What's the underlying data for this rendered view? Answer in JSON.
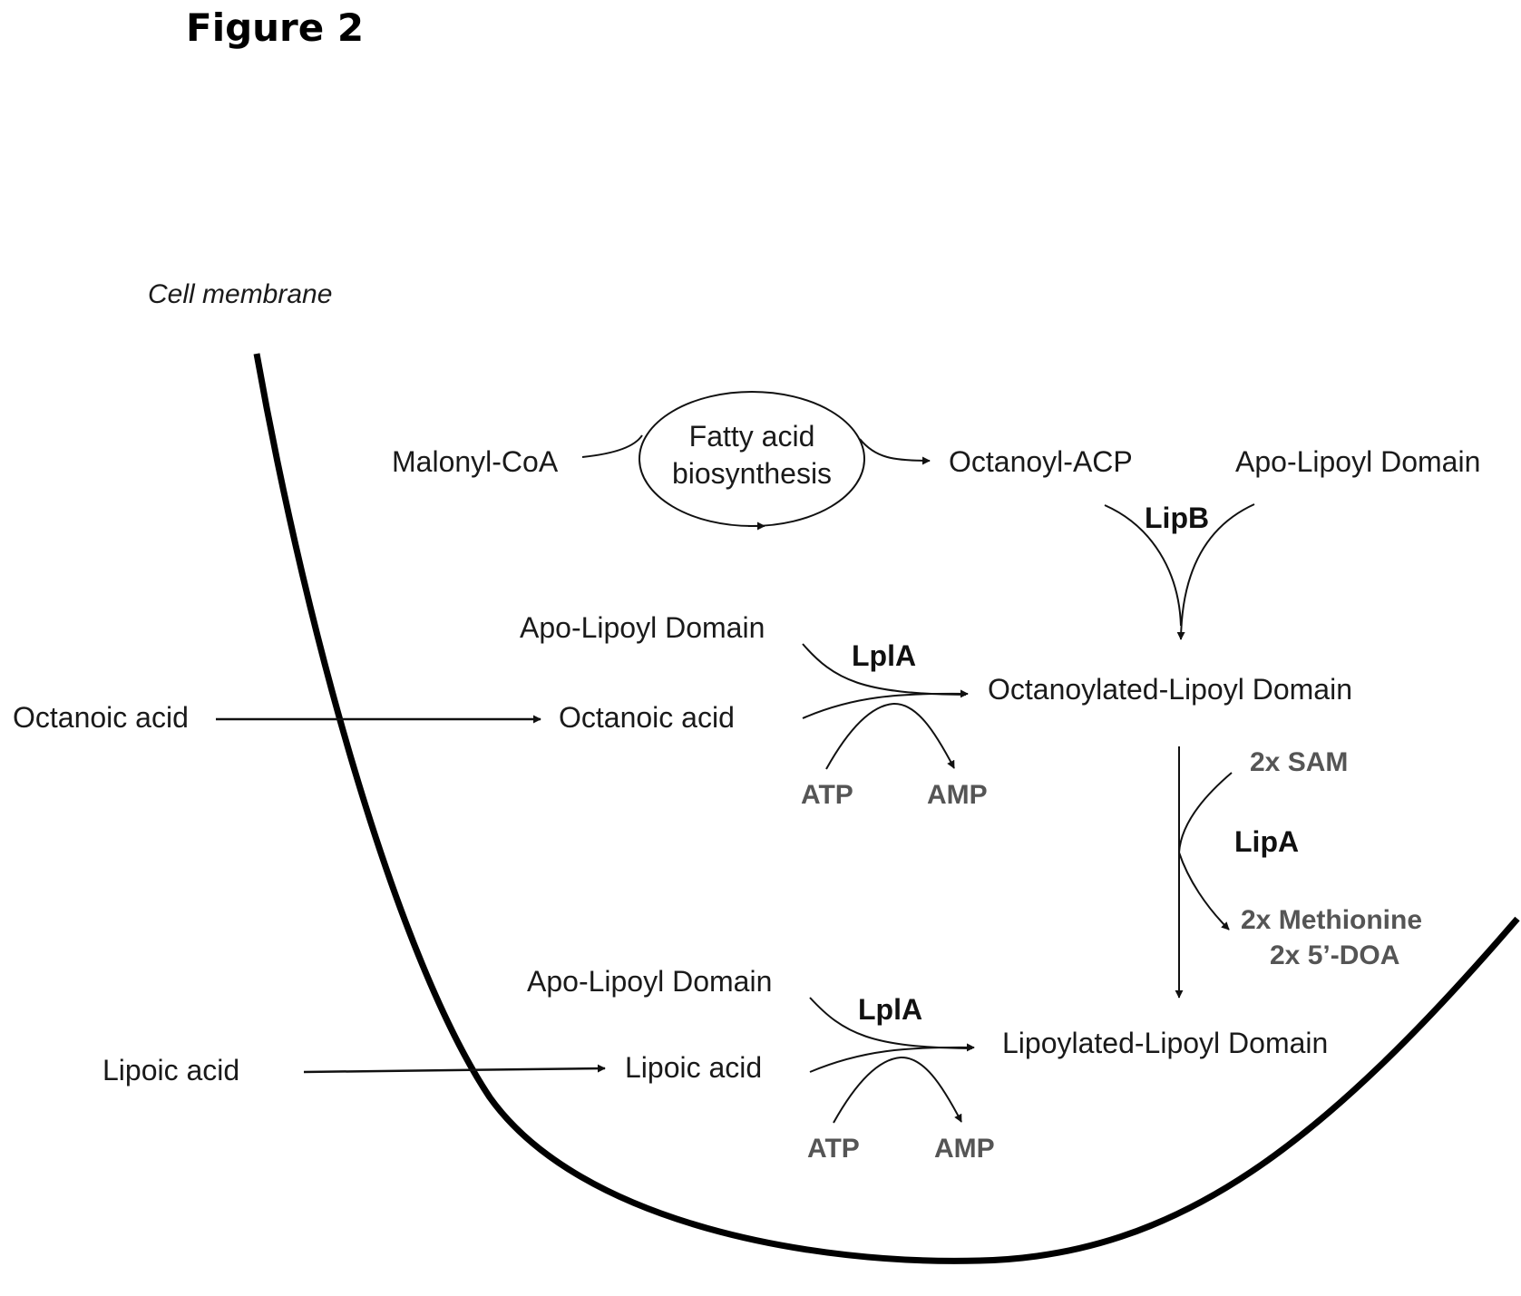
{
  "figure": {
    "title": "Figure 2"
  },
  "membrane": {
    "label": "Cell membrane"
  },
  "outside": {
    "octanoic_acid": "Octanoic acid",
    "lipoic_acid": "Lipoic acid"
  },
  "biosynthesis": {
    "substrate": "Malonyl-CoA",
    "process_line1": "Fatty acid",
    "process_line2": "biosynthesis",
    "product": "Octanoyl-ACP"
  },
  "lipb_step": {
    "apo_domain": "Apo-Lipoyl Domain",
    "enzyme": "LipB"
  },
  "octanoyl_lpla_step": {
    "apo_domain": "Apo-Lipoyl Domain",
    "enzyme": "LplA",
    "substrate": "Octanoic acid",
    "product": "Octanoylated-Lipoyl Domain",
    "atp": "ATP",
    "amp": "AMP"
  },
  "lipa_step": {
    "enzyme": "LipA",
    "input": "2x SAM",
    "output_line1": "2x Methionine",
    "output_line2": "2x 5’-DOA"
  },
  "lipoyl_lpla_step": {
    "apo_domain": "Apo-Lipoyl Domain",
    "enzyme": "LplA",
    "substrate": "Lipoic acid",
    "product": "Lipoylated-Lipoyl Domain",
    "atp": "ATP",
    "amp": "AMP"
  }
}
